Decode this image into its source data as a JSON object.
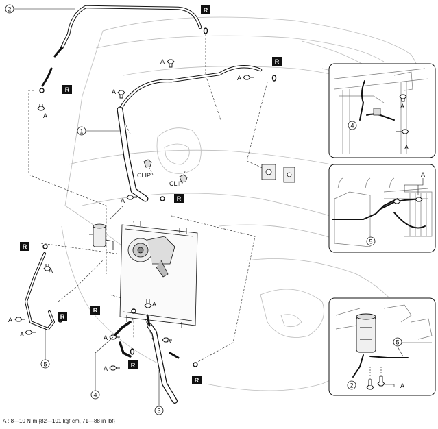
{
  "callouts": {
    "c1": "1",
    "c2": "2",
    "c3": "3",
    "c4": "4",
    "c5": "5"
  },
  "marks": {
    "R": "R",
    "A": "A",
    "CLIP": "CLIP"
  },
  "note": "A : 8—10 N·m {82—101 kgf·cm, 71—88 in·lbf}"
}
